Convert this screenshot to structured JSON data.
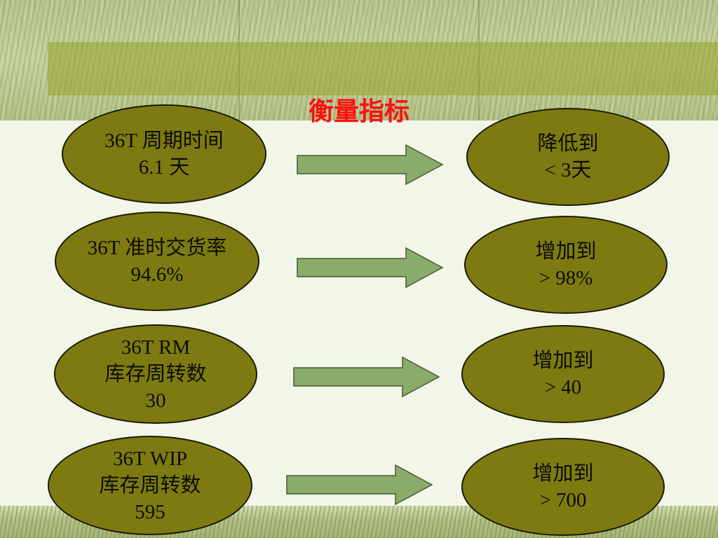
{
  "title": "衡量指标",
  "colors": {
    "title": "#ff1010",
    "oval_fill": "#7e7a12",
    "arrow_fill": "#8aab6a"
  },
  "rows": [
    {
      "left": [
        "36T 周期时间",
        "6.1 天"
      ],
      "right": [
        "降低到",
        "< 3天"
      ]
    },
    {
      "left": [
        "36T 准时交货率",
        "94.6%"
      ],
      "right": [
        "增加到",
        "> 98%"
      ]
    },
    {
      "left": [
        "36T  RM",
        "库存周转数",
        "30"
      ],
      "right": [
        "增加到",
        "> 40"
      ]
    },
    {
      "left": [
        "36T  WIP",
        "库存周转数",
        "595"
      ],
      "right": [
        "增加到",
        "> 700"
      ]
    }
  ]
}
